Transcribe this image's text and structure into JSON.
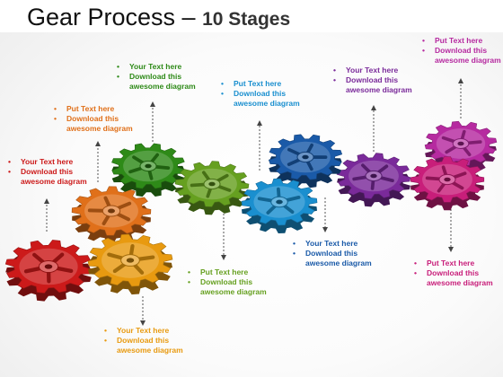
{
  "title": {
    "main": "Gear Process – ",
    "sub": "10 Stages"
  },
  "colors": {
    "red": "#cc1a1a",
    "orange": "#e0701a",
    "gold": "#e89a10",
    "green": "#2e8a18",
    "lime": "#66a020",
    "blue": "#1a5aa8",
    "sky": "#1a8fcf",
    "purple": "#7a2a9a",
    "pink": "#c81e7a",
    "magenta": "#b62aa0"
  },
  "stages": [
    {
      "color": "red",
      "line1": "Your Text here",
      "line2": "Download this awesome diagram"
    },
    {
      "color": "orange",
      "line1": "Put Text here",
      "line2": "Download this awesome diagram"
    },
    {
      "color": "gold",
      "line1": "Your Text here",
      "line2": "Download this awesome diagram"
    },
    {
      "color": "green",
      "line1": "Your Text here",
      "line2": "Download this awesome diagram"
    },
    {
      "color": "lime",
      "line1": "Put Text here",
      "line2": "Download this awesome diagram"
    },
    {
      "color": "sky",
      "line1": "Put Text here",
      "line2": "Download this awesome diagram"
    },
    {
      "color": "blue",
      "line1": "Your Text here",
      "line2": "Download this awesome diagram"
    },
    {
      "color": "purple",
      "line1": "Your Text here",
      "line2": "Download this awesome diagram"
    },
    {
      "color": "pink",
      "line1": "Put Text here",
      "line2": "Download this awesome diagram"
    },
    {
      "color": "magenta",
      "line1": "Put Text here",
      "line2": "Download this awesome diagram"
    }
  ]
}
